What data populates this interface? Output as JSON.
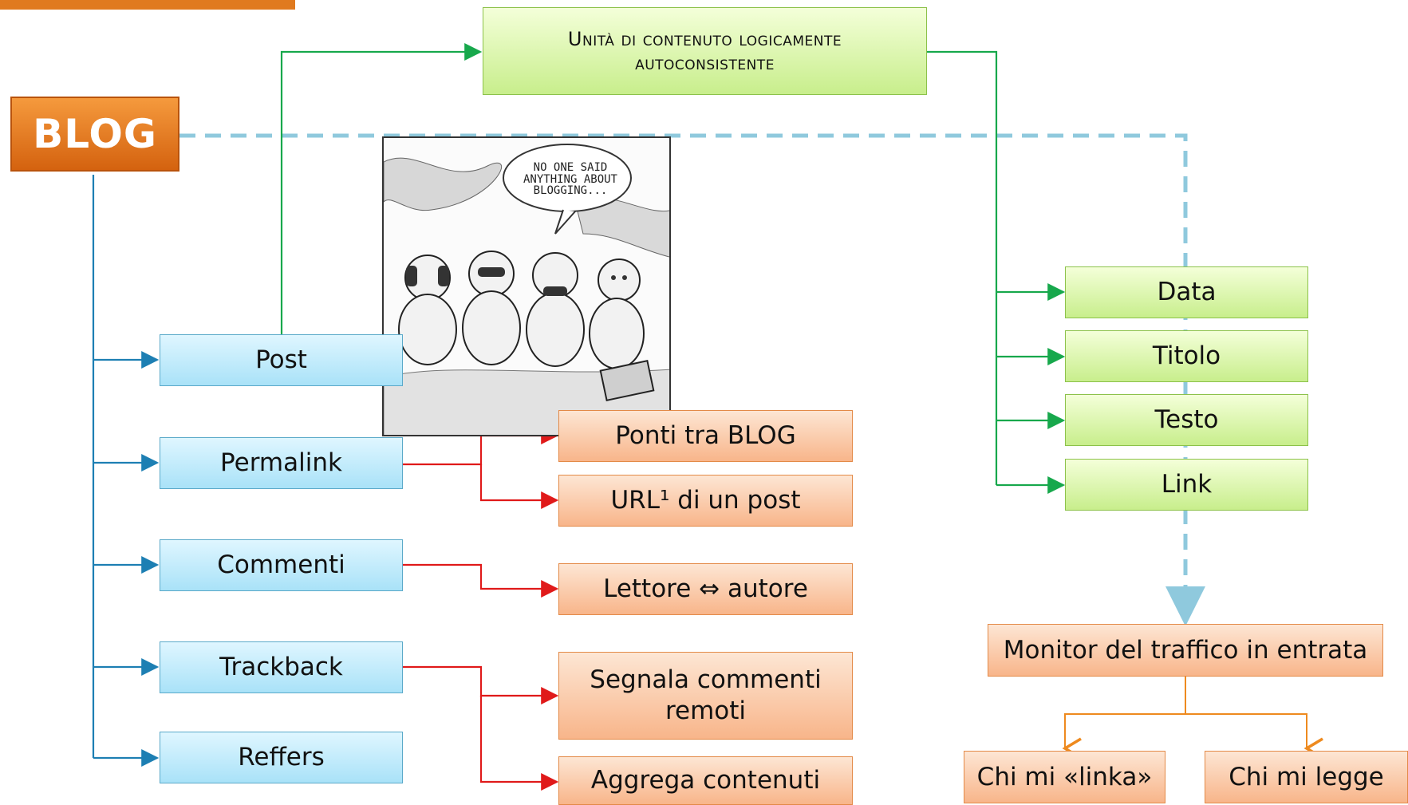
{
  "root": "BLOG",
  "unit": {
    "line1": "Unità di contenuto logicamente",
    "line2": "autoconsistente"
  },
  "left_items": [
    "Post",
    "Permalink",
    "Commenti",
    "Trackback",
    "Reffers"
  ],
  "permalink_targets": [
    "Ponti tra BLOG",
    "URL¹ di un post"
  ],
  "commenti_target": "Lettore ⇔ autore",
  "trackback_targets": [
    "Segnala commenti remoti",
    "Aggrega contenuti"
  ],
  "post_parts": [
    "Data",
    "Titolo",
    "Testo",
    "Link"
  ],
  "monitor": "Monitor del traffico in entrata",
  "monitor_children": [
    "Chi mi «linka»",
    "Chi mi legge"
  ],
  "cartoon": {
    "speech": "NO ONE SAID ANYTHING ABOUT BLOGGING..."
  },
  "colors": {
    "blue_line": "#1d7fb3",
    "green_line": "#17a84c",
    "red_line": "#e01a1a",
    "orange_line": "#ee8a1f",
    "dashed_line": "#8fc9dd"
  }
}
